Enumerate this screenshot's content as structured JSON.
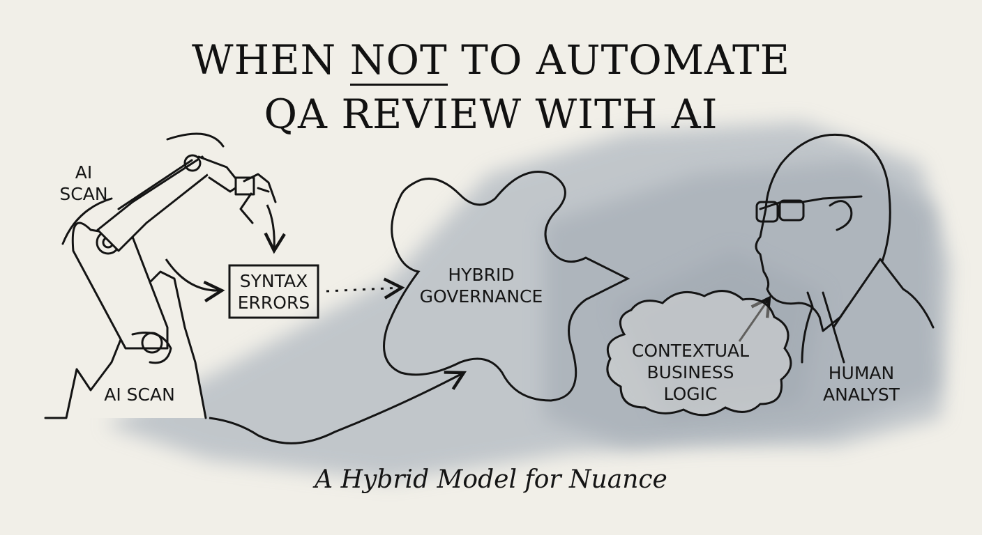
{
  "title": {
    "line1_before": "WHEN ",
    "line1_emphasis": "NOT",
    "line1_after": " TO AUTOMATE",
    "line2": "QA REVIEW WITH AI"
  },
  "labels": {
    "ai_scan_top": "AI\nSCAN",
    "ai_scan_bottom": "AI SCAN",
    "syntax_errors": "SYNTAX\nERRORS",
    "hybrid_governance": "HYBRID\nGOVERNANCE",
    "contextual_business_logic": "CONTEXTUAL\nBUSINESS\nLOGIC",
    "human_analyst": "HUMAN\nANALYST"
  },
  "subtitle": "A Hybrid Model for Nuance",
  "icons": [
    "robot-arm-icon",
    "human-head-icon",
    "cloud-icon",
    "arrow-icon"
  ],
  "colors": {
    "background": "#f1efe8",
    "ink": "#141414",
    "wash": "#7c8a9c"
  }
}
